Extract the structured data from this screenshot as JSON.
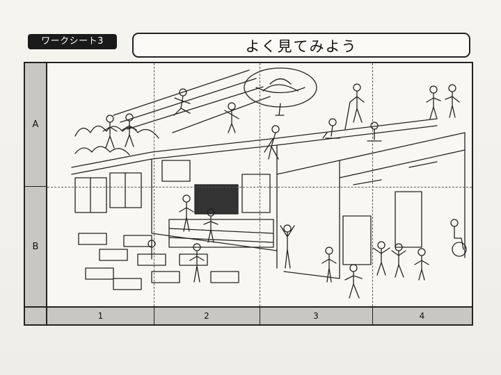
{
  "worksheet": {
    "badge": "ワークシート3",
    "title": "よく見てみよう"
  },
  "grid": {
    "rows": [
      "A",
      "B"
    ],
    "columns": [
      "1",
      "2",
      "3",
      "4"
    ]
  }
}
